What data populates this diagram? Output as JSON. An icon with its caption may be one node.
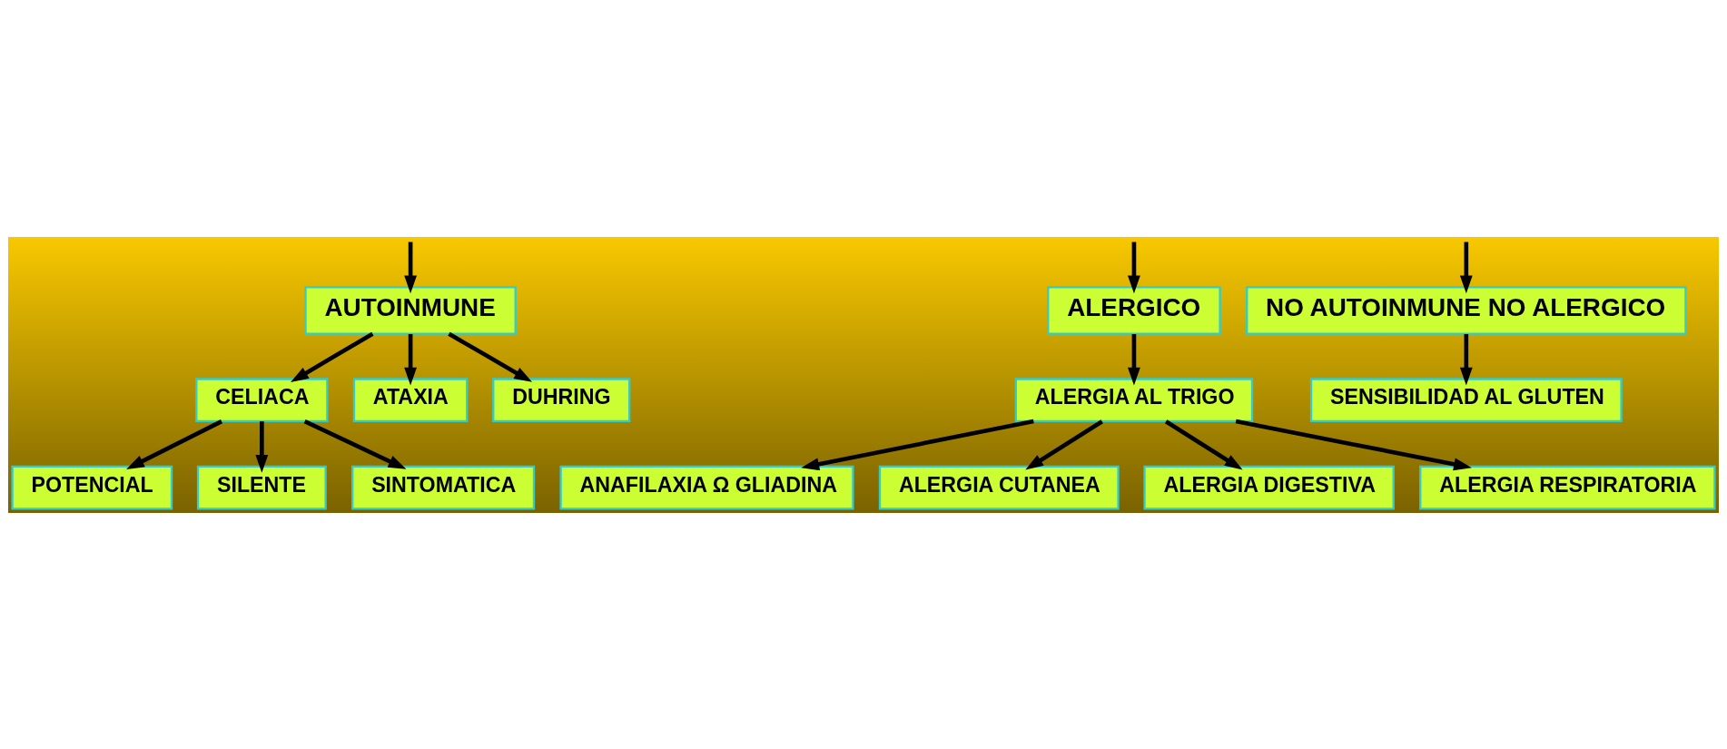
{
  "diagram": {
    "nodes": [
      {
        "text": [
          "AUTOINMUNE"
        ]
      },
      {
        "text": [
          "ALERGICO"
        ]
      },
      {
        "text": [
          "NO AUTOINMUNE NO ALERGICO"
        ]
      },
      {
        "text": [
          "CELIACA"
        ]
      },
      {
        "text": [
          "ATAXIA"
        ]
      },
      {
        "text": [
          "DUHRING"
        ]
      },
      {
        "text": [
          "ALERGIA AL TRIGO"
        ]
      },
      {
        "text": [
          "SENSIBILIDAD AL GLUTEN"
        ]
      },
      {
        "text": [
          "POTENCIAL"
        ]
      },
      {
        "text": [
          "SILENTE"
        ]
      },
      {
        "text": [
          "SINTOMATICA"
        ]
      },
      {
        "text": [
          "ANAFILAXIA Ω GLIADINA"
        ]
      },
      {
        "text": [
          "ALERGIA CUTANEA"
        ]
      },
      {
        "text": [
          "ALERGIA DIGESTIVA"
        ]
      },
      {
        "text": [
          "ALERGIA RESPIRATORIA"
        ]
      }
    ],
    "edges": [
      {
        "from": null,
        "to": 0,
        "arrow": "to"
      },
      {
        "from": null,
        "to": 1,
        "arrow": "to"
      },
      {
        "from": null,
        "to": 2,
        "arrow": "to"
      },
      {
        "from": 0,
        "to": 3,
        "arrow": "to"
      },
      {
        "from": 0,
        "to": 4,
        "arrow": "to"
      },
      {
        "from": 0,
        "to": 5,
        "arrow": "to"
      },
      {
        "from": 1,
        "to": 6,
        "arrow": "to"
      },
      {
        "from": 2,
        "to": 7,
        "arrow": "to"
      },
      {
        "from": 3,
        "to": 10,
        "arrow": "to"
      },
      {
        "from": 3,
        "to": 9,
        "arrow": "to"
      },
      {
        "from": 3,
        "to": 8,
        "arrow": "to"
      },
      {
        "from": 6,
        "to": 14,
        "arrow": "to"
      },
      {
        "from": 6,
        "to": 13,
        "arrow": "to"
      },
      {
        "from": 6,
        "to": 12,
        "arrow": "to"
      },
      {
        "from": 6,
        "to": 11,
        "arrow": "to"
      }
    ]
  }
}
